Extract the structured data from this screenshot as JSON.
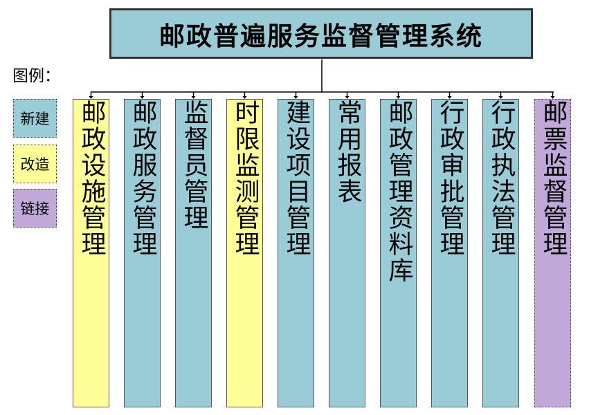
{
  "title": "邮政普遍服务监督管理系统",
  "legend": {
    "title": "图例：",
    "items": [
      {
        "label": "新建",
        "color": "#99ccd6"
      },
      {
        "label": "改造",
        "color": "#ffff99"
      },
      {
        "label": "链接",
        "color": "#c0a8d8"
      }
    ]
  },
  "colors": {
    "blue": "#99ccd6",
    "yellow": "#ffff99",
    "purple": "#c0a8d8"
  },
  "modules": [
    {
      "label": "邮政设施管理",
      "status": "改造"
    },
    {
      "label": "邮政服务管理",
      "status": "新建"
    },
    {
      "label": "监督员管理",
      "status": "新建"
    },
    {
      "label": "时限监测管理",
      "status": "改造"
    },
    {
      "label": "建设项目管理",
      "status": "新建"
    },
    {
      "label": "常用报表",
      "status": "新建"
    },
    {
      "label": "邮政管理资料库",
      "status": "新建"
    },
    {
      "label": "行政审批管理",
      "status": "新建"
    },
    {
      "label": "行政执法管理",
      "status": "新建"
    },
    {
      "label": "邮票监督管理",
      "status": "链接"
    }
  ]
}
